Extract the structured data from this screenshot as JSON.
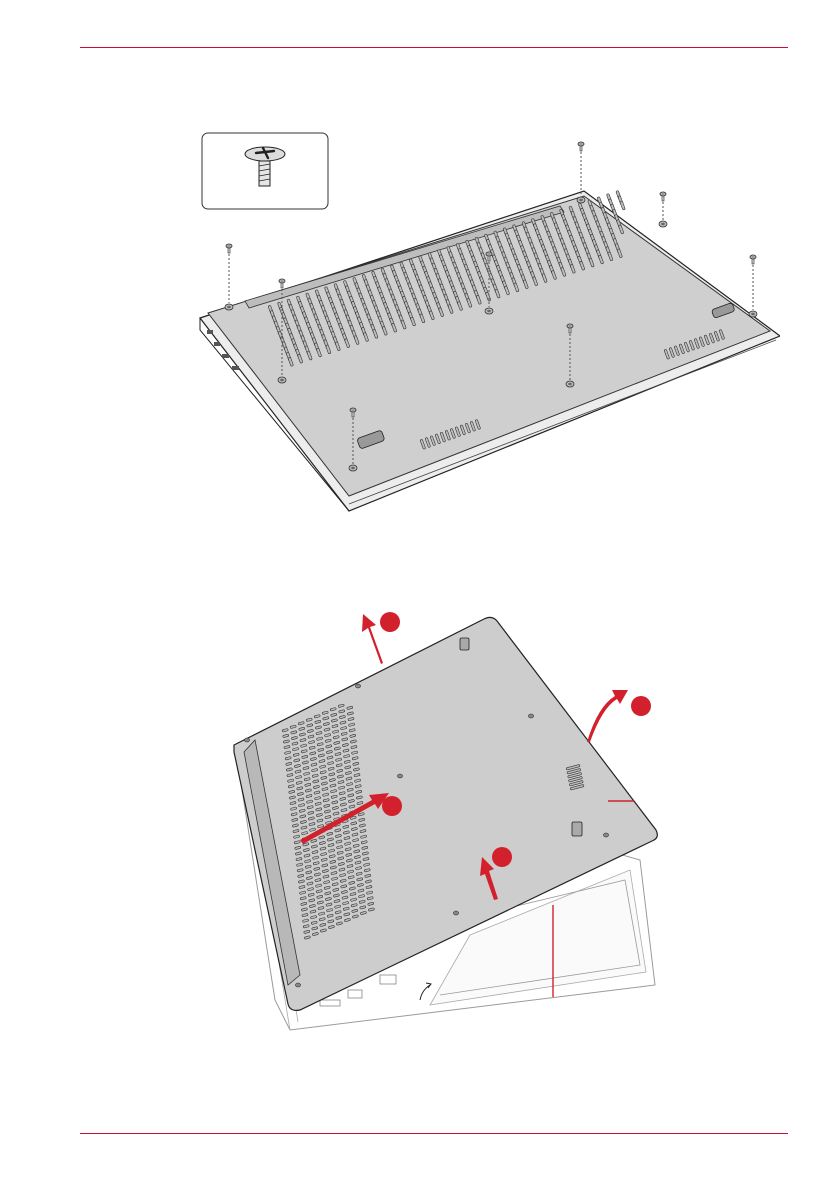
{
  "page": {
    "accent_color": "#c8102e",
    "text": []
  },
  "figures": [
    {
      "id": "figure-1",
      "parts": [
        "screw-detail-inset",
        "laptop-bottom-view",
        "screw-icons",
        "vent-slots",
        "rubber-feet"
      ]
    },
    {
      "id": "figure-2",
      "parts": [
        "base-cover",
        "computer-body",
        "red-arrows",
        "numbered-callouts",
        "leader-lines"
      ],
      "callouts": [
        {
          "id": 1,
          "label": ""
        },
        {
          "id": 2,
          "label": ""
        },
        {
          "id": 3,
          "label": ""
        },
        {
          "id": 4,
          "label": ""
        }
      ],
      "leader_lines": [
        "base-cover-leader",
        "body-leader"
      ]
    }
  ],
  "icons": [
    "screw-icon",
    "arrow-icon"
  ]
}
